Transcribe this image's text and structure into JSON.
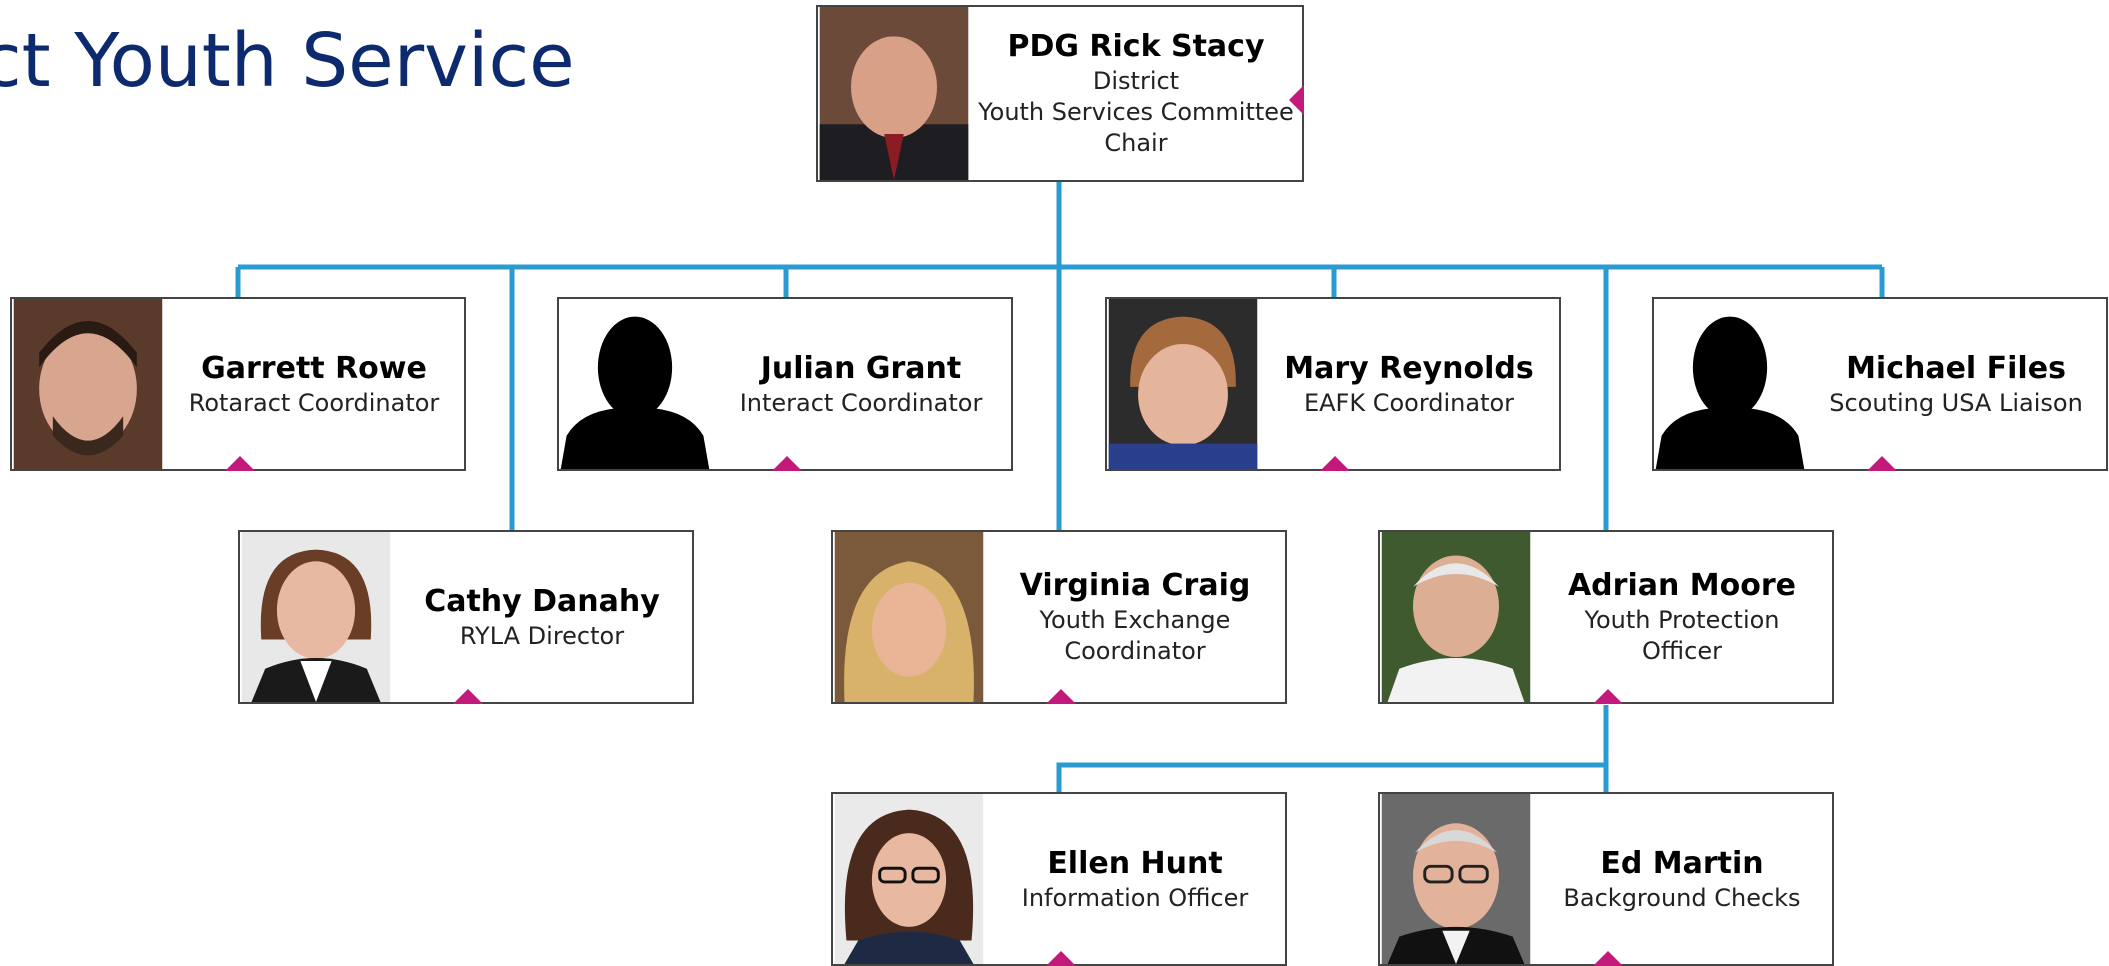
{
  "slide_title": "rict Youth Service\nm",
  "colors": {
    "connector": "#2a9bd0",
    "title": "#0e2a6e",
    "marker": "#c21a7a"
  },
  "head": {
    "name": "PDG Rick Stacy",
    "role": "District\nYouth Services Committee\nChair",
    "photo": "person-photo"
  },
  "members": [
    {
      "name": "Garrett Rowe",
      "role": "Rotaract Coordinator",
      "photo": "person-photo"
    },
    {
      "name": "Julian Grant",
      "role": "Interact Coordinator",
      "photo": "placeholder-silhouette"
    },
    {
      "name": "Mary Reynolds",
      "role": "EAFK Coordinator",
      "photo": "person-photo"
    },
    {
      "name": "Michael Files",
      "role": "Scouting USA Liaison",
      "photo": "placeholder-silhouette"
    },
    {
      "name": "Cathy Danahy",
      "role": "RYLA Director",
      "photo": "person-photo"
    },
    {
      "name": "Virginia Craig",
      "role": "Youth Exchange\nCoordinator",
      "photo": "person-photo"
    },
    {
      "name": "Adrian Moore",
      "role": "Youth Protection\nOfficer",
      "photo": "person-photo"
    },
    {
      "name": "Ellen Hunt",
      "role": "Information Officer",
      "photo": "person-photo"
    },
    {
      "name": "Ed Martin",
      "role": "Background Checks",
      "photo": "person-photo"
    }
  ]
}
